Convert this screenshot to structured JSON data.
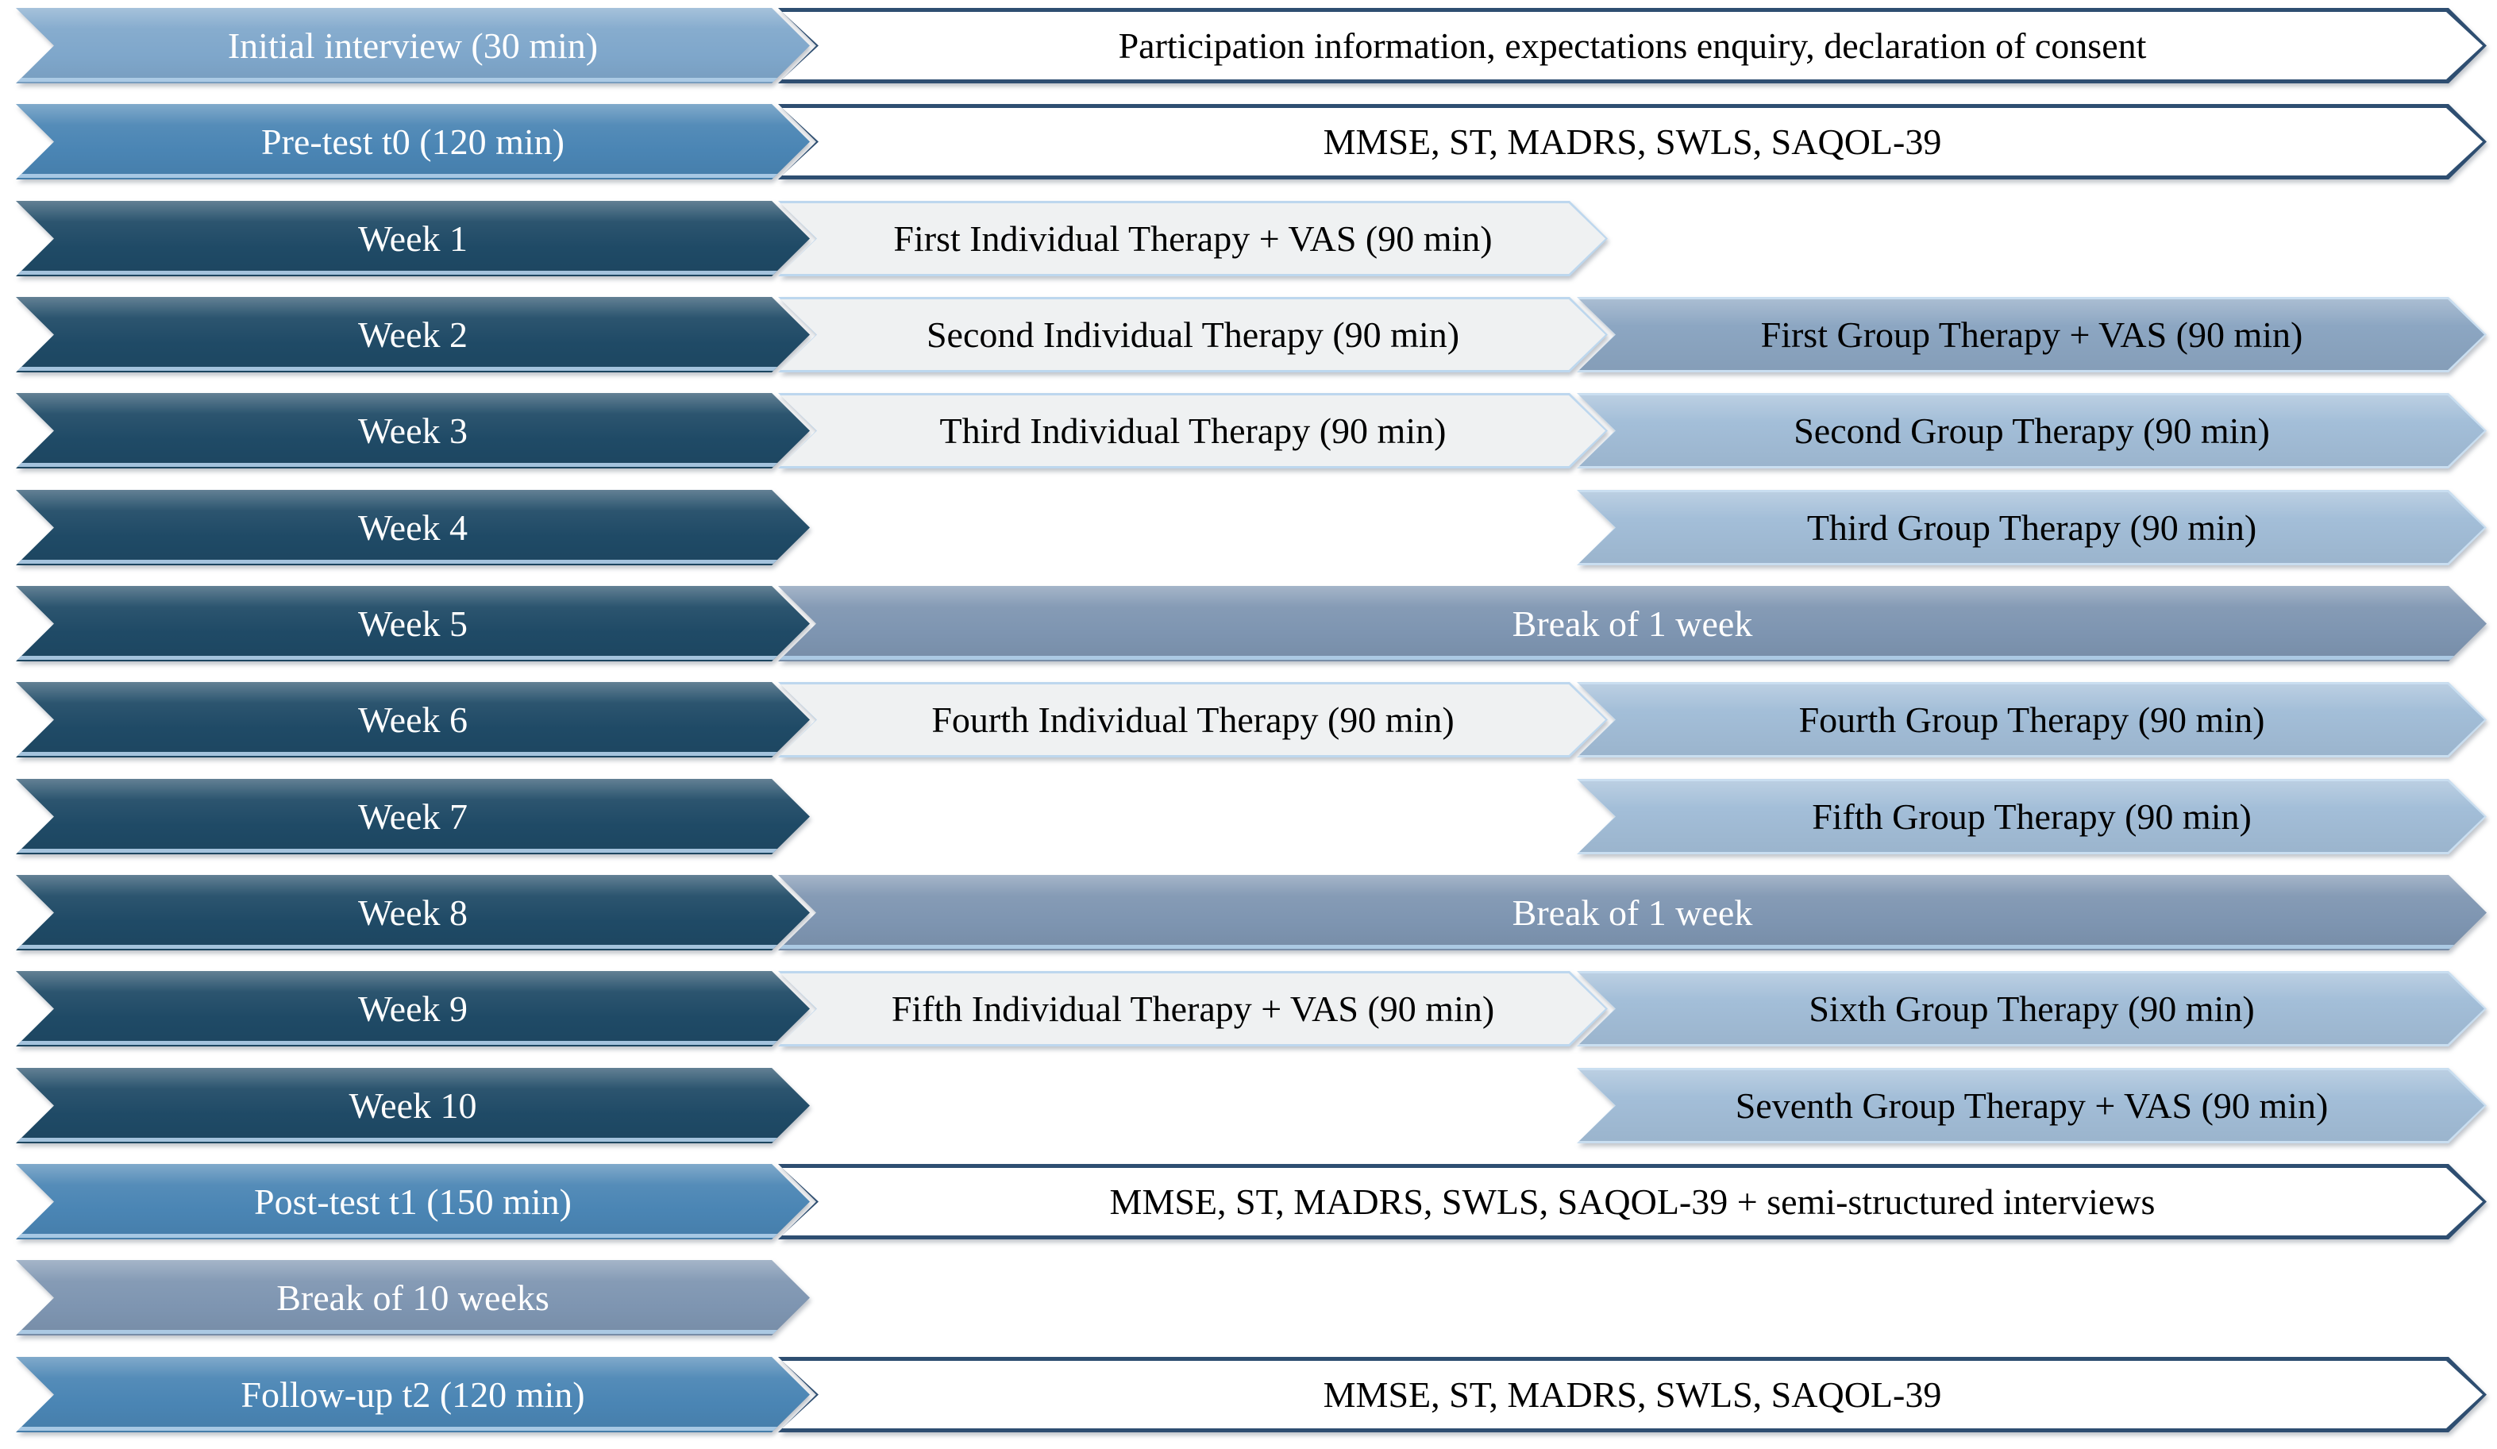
{
  "palette": {
    "stage-light": "#7FA7CB",
    "stage-mid": "#4A85B4",
    "week-navy": "#1F4A66",
    "detail-border": "#2E4E71",
    "detail-fill": "#FFFFFF",
    "individual-border": "#BDD7EE",
    "individual-fill": "#EFF1F2",
    "group-border": "#C9DEF0",
    "group-fill": "#A3BED8",
    "group-dark-fill": "#8CA6C2",
    "break-fill": "#7E95B1",
    "text-light": "#FFFFFF",
    "text-dark": "#000000"
  },
  "rows": [
    {
      "left": "Initial interview (30 min)",
      "detail": "Participation information, expectations enquiry, declaration of consent"
    },
    {
      "left": "Pre-test t0 (120 min)",
      "detail": "MMSE, ST, MADRS, SWLS, SAQOL-39"
    },
    {
      "left": "Week 1",
      "individual": "First Individual Therapy + VAS (90 min)"
    },
    {
      "left": "Week 2",
      "individual": "Second Individual Therapy (90 min)",
      "group": "First Group Therapy + VAS (90 min)"
    },
    {
      "left": "Week 3",
      "individual": "Third Individual Therapy (90 min)",
      "group": "Second Group Therapy (90 min)"
    },
    {
      "left": "Week 4",
      "group": "Third Group Therapy (90 min)"
    },
    {
      "left": "Week 5",
      "break": "Break of 1 week"
    },
    {
      "left": "Week 6",
      "individual": "Fourth Individual Therapy (90 min)",
      "group": "Fourth Group Therapy (90 min)"
    },
    {
      "left": "Week 7",
      "group": "Fifth Group Therapy (90 min)"
    },
    {
      "left": "Week 8",
      "break": "Break of 1 week"
    },
    {
      "left": "Week 9",
      "individual": "Fifth Individual Therapy + VAS (90 min)",
      "group": "Sixth Group Therapy (90 min)"
    },
    {
      "left": "Week 10",
      "group": "Seventh Group Therapy + VAS (90 min)"
    },
    {
      "left": "Post-test t1 (150 min)",
      "detail": "MMSE, ST, MADRS, SWLS, SAQOL-39 + semi-structured interviews"
    },
    {
      "left": "Break of 10 weeks"
    },
    {
      "left": "Follow-up t2 (120 min)",
      "detail": "MMSE, ST, MADRS, SWLS, SAQOL-39"
    }
  ]
}
